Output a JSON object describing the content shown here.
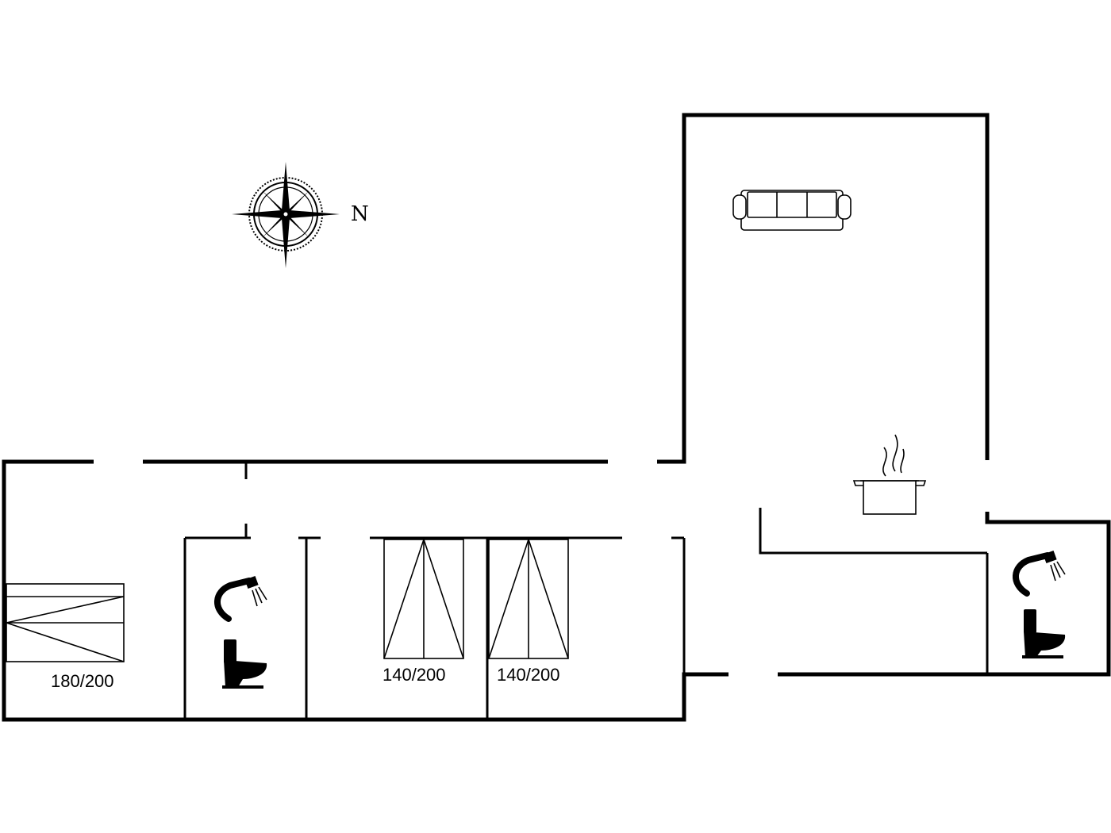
{
  "compass": {
    "north_label": "N"
  },
  "beds": [
    {
      "id": "bed-1",
      "size_label": "180/200"
    },
    {
      "id": "bed-2",
      "size_label": "140/200"
    },
    {
      "id": "bed-3",
      "size_label": "140/200"
    }
  ],
  "icons": {
    "compass": "compass-rose-icon",
    "sofa": "sofa-icon",
    "kitchen": "cooking-pot-icon",
    "shower": "shower-icon",
    "toilet": "toilet-icon"
  },
  "colors": {
    "lines": "#000000",
    "background": "#ffffff"
  }
}
